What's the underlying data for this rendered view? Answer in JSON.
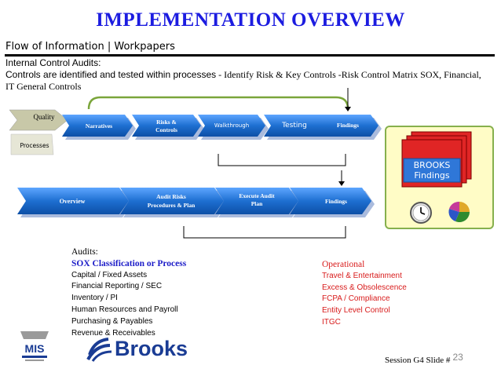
{
  "title": "IMPLEMENTATION OVERVIEW",
  "flow_heading": "Flow of Information | Workpapers",
  "internal_control": {
    "title": "Internal Control Audits:",
    "body_main": "Controls are identified and tested within processes",
    "body_tail": " - Identify Risk & Key Controls -Risk Control Matrix SOX, Financial, IT General Controls"
  },
  "top_flow": {
    "quality": "Quality",
    "processes": "Processes",
    "narratives": "Narratives",
    "risks_line1": "Risks &",
    "risks_line2": "Controls",
    "walkthrough": "Walkthrough",
    "testing": "Testing",
    "findings": "Findings"
  },
  "bottom_flow": {
    "overview": "Overview",
    "audit_risks_line1": "Audit Risks",
    "audit_risks_line2": "Procedures & Plan",
    "execute_line1": "Execute Audit",
    "execute_line2": "Plan",
    "findings": "Findings"
  },
  "brooks_findings": {
    "line1": "BROOKS",
    "line2": "Findings"
  },
  "audits": {
    "title": "Audits:",
    "subtitle": "SOX Classification  or Process",
    "items": [
      "Capital  / Fixed Assets",
      "Financial Reporting / SEC",
      "Inventory / PI",
      "Human Resources and Payroll",
      "Purchasing & Payables",
      "Revenue  & Receivables"
    ]
  },
  "operational": {
    "title": "Operational",
    "items": [
      "Travel & Entertainment",
      "Excess & Obsolescence",
      "FCPA / Compliance",
      "Entity Level Control",
      "ITGC"
    ]
  },
  "session": {
    "label": "Session G4 Slide #",
    "number": "23"
  },
  "logos": {
    "mis": "MIS",
    "brooks": "Brooks"
  },
  "colors": {
    "title_blue": "#1c1ce0",
    "arrow_blue": "#1e6fd1",
    "red": "#d81b1b",
    "bracket_green": "#7aa53a",
    "box_yellow": "#fffcc6"
  }
}
